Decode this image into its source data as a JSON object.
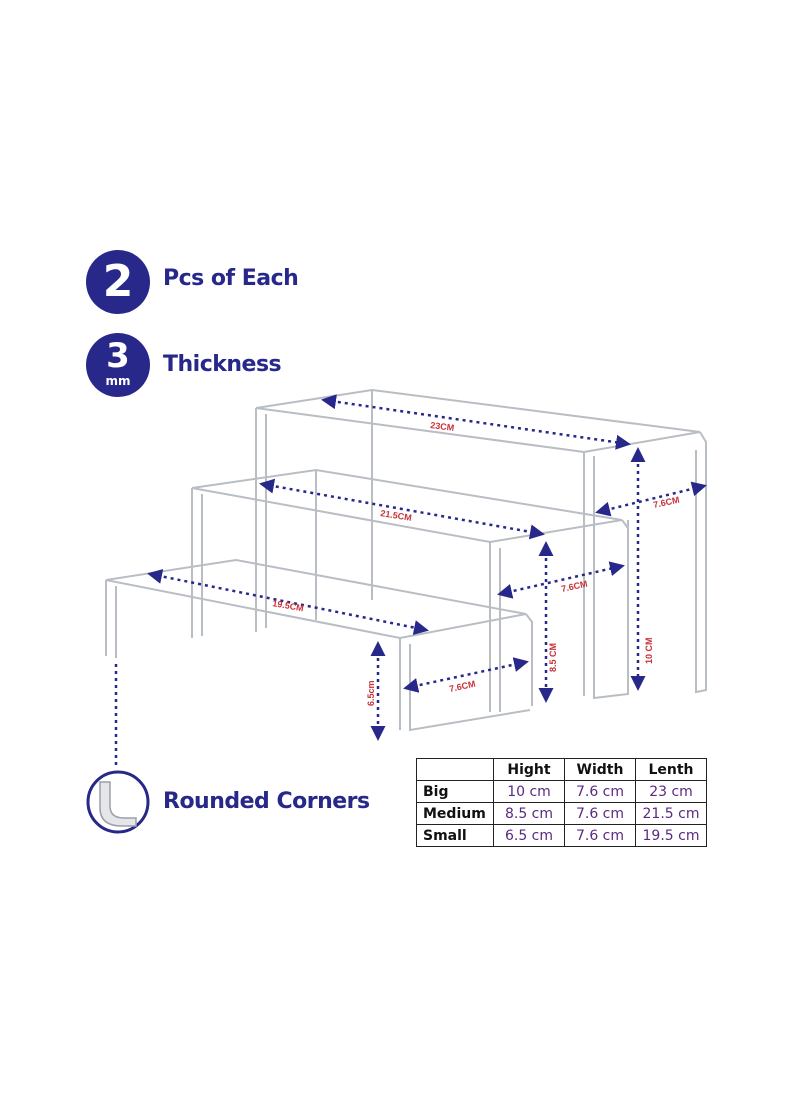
{
  "features": {
    "pieces": {
      "number": "2",
      "label": "Pcs of Each"
    },
    "thickness": {
      "number": "3",
      "unit": "mm",
      "label": "Thickness"
    },
    "corners": {
      "label": "Rounded Corners"
    }
  },
  "dimensions": {
    "big_length": "23CM",
    "big_width": "7.6CM",
    "big_height": "10 CM",
    "medium_length": "21.5CM",
    "medium_width": "7.6CM",
    "medium_height": "8.5 CM",
    "small_length": "19.5CM",
    "small_width": "7.6CM",
    "small_height": "6.5cm"
  },
  "spec_table": {
    "headers": [
      "",
      "Hight",
      "Width",
      "Lenth"
    ],
    "rows": [
      [
        "Big",
        "10 cm",
        "7.6 cm",
        "23 cm"
      ],
      [
        "Medium",
        "8.5 cm",
        "7.6 cm",
        "21.5 cm"
      ],
      [
        "Small",
        "6.5 cm",
        "7.6 cm",
        "19.5 cm"
      ]
    ]
  },
  "colors": {
    "brand_navy": "#27288a",
    "dimension_red": "#c8323a",
    "table_values": "#5a2a82"
  }
}
